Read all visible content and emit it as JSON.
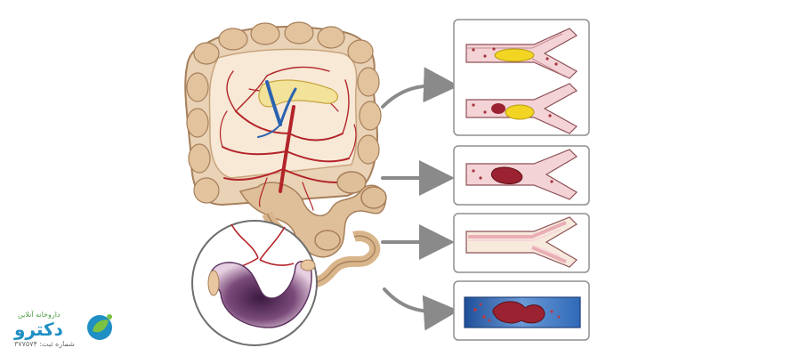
{
  "illustration": {
    "subject": "intestine-with-mesenteric-vessels",
    "panels": [
      {
        "id": "panel-1",
        "state": "arterial-plaque-embolus",
        "color": "#f2d422"
      },
      {
        "id": "panel-2",
        "state": "arterial-thrombus",
        "color": "#9b2230"
      },
      {
        "id": "panel-3",
        "state": "non-occlusive-narrowing",
        "color": "#f7d7d9"
      },
      {
        "id": "panel-4",
        "state": "venous-thrombosis",
        "color": "#3a78c2"
      }
    ],
    "colors": {
      "intestine": "#dfbf9a",
      "artery": "#b3242a",
      "vein": "#2a62b0",
      "pancreas": "#f3e39a",
      "ischemic_loop": "#5a2f5e",
      "arrow": "#8a8a8a"
    }
  },
  "logo": {
    "tagline": "داروخانه آنلاین",
    "name": "دکترو",
    "registration": "شماره ثبت: ۳۷۷۵۷۴",
    "brand_color": "#1f8fc4",
    "accent_color": "#7cc242"
  }
}
